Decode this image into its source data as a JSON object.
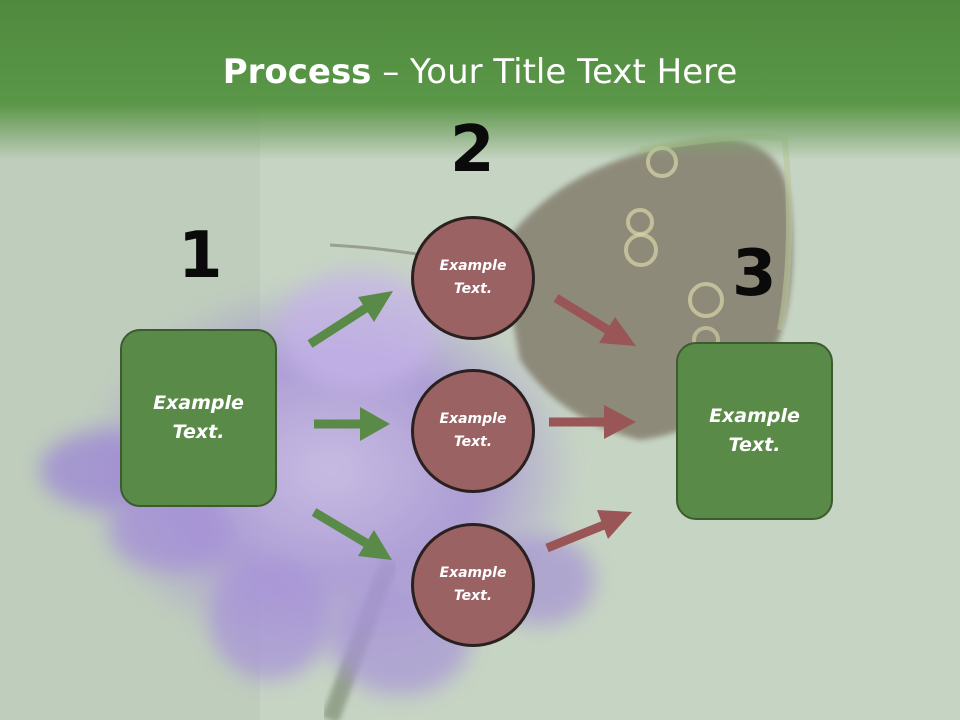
{
  "title": {
    "bold": "Process",
    "rest": " – Your Title Text Here"
  },
  "steps": {
    "one": "1",
    "two": "2",
    "three": "3"
  },
  "left_box": {
    "line1": "Example",
    "line2": "Text."
  },
  "right_box": {
    "line1": "Example",
    "line2": "Text."
  },
  "circles": [
    {
      "line1": "Example",
      "line2": "Text."
    },
    {
      "line1": "Example",
      "line2": "Text."
    },
    {
      "line1": "Example",
      "line2": "Text."
    }
  ],
  "colors": {
    "header_green": "#5b9748",
    "box_green": "#5a8a48",
    "circle_fill": "#9a6262",
    "green_arrow": "#5a8a48",
    "red_arrow": "#9a5656"
  }
}
